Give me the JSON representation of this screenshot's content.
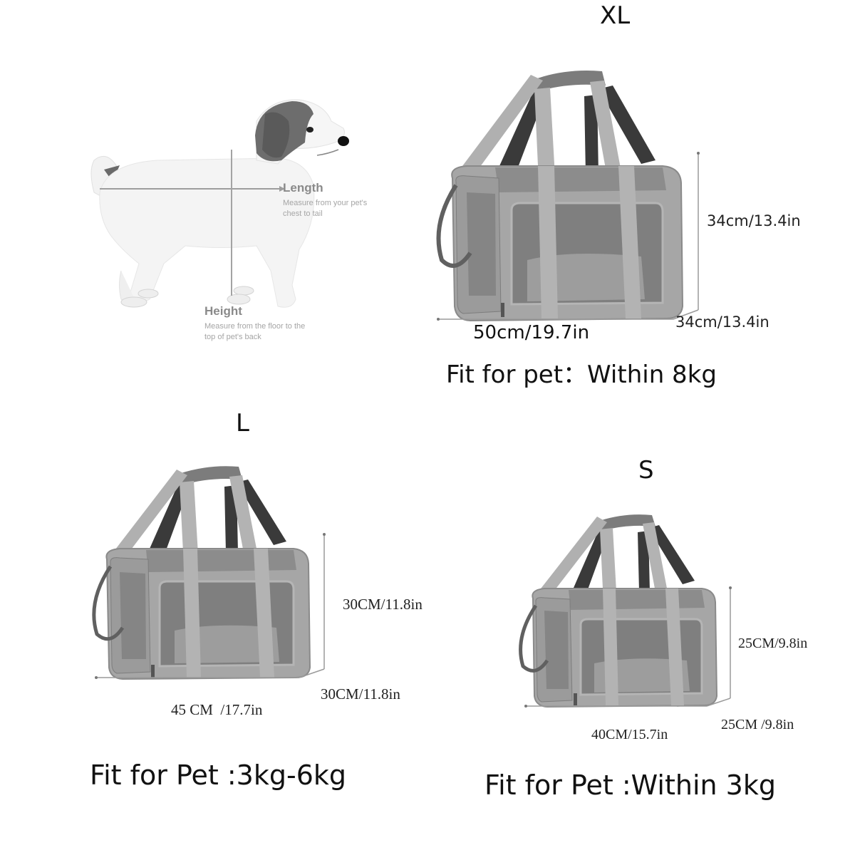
{
  "measure_guide": {
    "length": {
      "title": "Length",
      "description": "Measure from your pet's chest to tail"
    },
    "height": {
      "title": "Height",
      "description": "Measure from the floor to the top of pet's back"
    }
  },
  "products": [
    {
      "size": "XL",
      "height": "34cm/13.4in",
      "depth": "34cm/13.4in",
      "width": "50cm/19.7in",
      "fit": "Fit for pet：Within 8kg"
    },
    {
      "size": "L",
      "height": "30CM/11.8in",
      "depth": "30CM/11.8in",
      "width": "45 CM  /17.7in",
      "fit": "Fit for Pet :3kg-6kg"
    },
    {
      "size": "S",
      "height": "25CM/9.8in",
      "depth": "25CM /9.8in",
      "width": "40CM/15.7in",
      "fit": "Fit for Pet :Within 3kg"
    }
  ],
  "colors": {
    "bag_body": "#a9a9a9",
    "bag_panel": "#8e8e8e",
    "strap_light": "#b3b3b3",
    "strap_dark": "#3a3a3a",
    "dimension_line": "#9a9a9a",
    "guide_text": "#8a8a8a"
  }
}
